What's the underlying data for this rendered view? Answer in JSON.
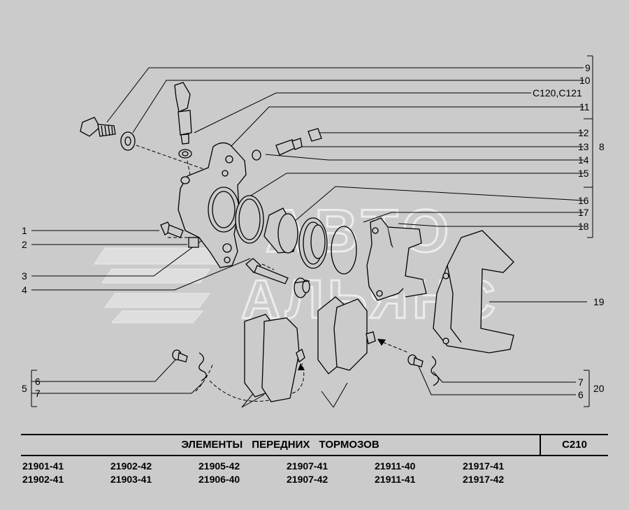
{
  "diagram": {
    "callouts": {
      "c9": "9",
      "c10": "10",
      "c_ref": "C120,C121",
      "c11": "11",
      "c12": "12",
      "c13": "13",
      "c8": "8",
      "c14": "14",
      "c15": "15",
      "c16": "16",
      "c17": "17",
      "c18": "18",
      "c19": "19",
      "c1": "1",
      "c2": "2",
      "c3": "3",
      "c4": "4",
      "c5": "5",
      "c6l": "6",
      "c7l": "7",
      "c7r": "7",
      "c6r": "6",
      "c20": "20"
    },
    "watermark": {
      "line1": "АВТО",
      "line2": "АЛЬЯНС"
    }
  },
  "footer": {
    "title": "ЭЛЕМЕНТЫ   ПЕРЕДНИХ   ТОРМОЗОВ",
    "code": "C210",
    "models_row1": [
      "21901-41",
      "21902-42",
      "21905-42",
      "21907-41",
      "21911-40",
      "21917-41"
    ],
    "models_row2": [
      "21902-41",
      "21903-41",
      "21906-40",
      "21907-42",
      "21911-41",
      "21917-42"
    ]
  },
  "colors": {
    "background": "#cbcbcb",
    "line": "#000000",
    "watermark": "#e8e8e8"
  }
}
